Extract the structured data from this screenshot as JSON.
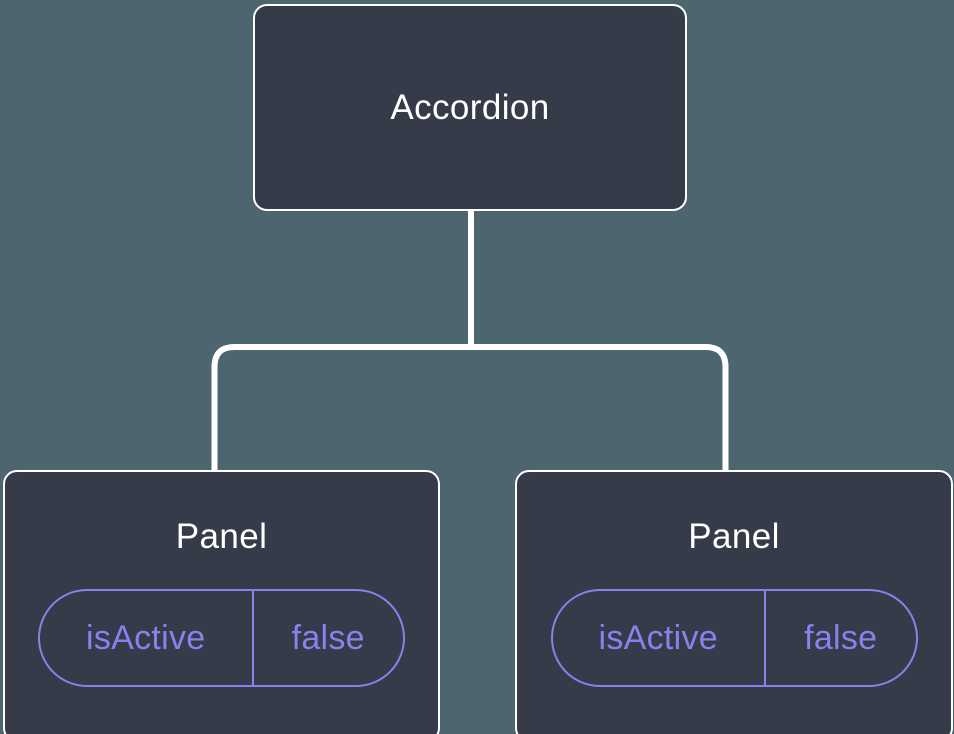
{
  "diagram": {
    "type": "component-tree",
    "colors": {
      "background": "#4d656e",
      "node_fill": "#353b48",
      "node_border": "#ffffff",
      "connector": "#ffffff",
      "accent": "#8682ee",
      "label_text": "#ffffff"
    },
    "root": {
      "label": "Accordion"
    },
    "children": [
      {
        "label": "Panel",
        "state": {
          "key": "isActive",
          "value": "false"
        }
      },
      {
        "label": "Panel",
        "state": {
          "key": "isActive",
          "value": "false"
        }
      }
    ]
  }
}
